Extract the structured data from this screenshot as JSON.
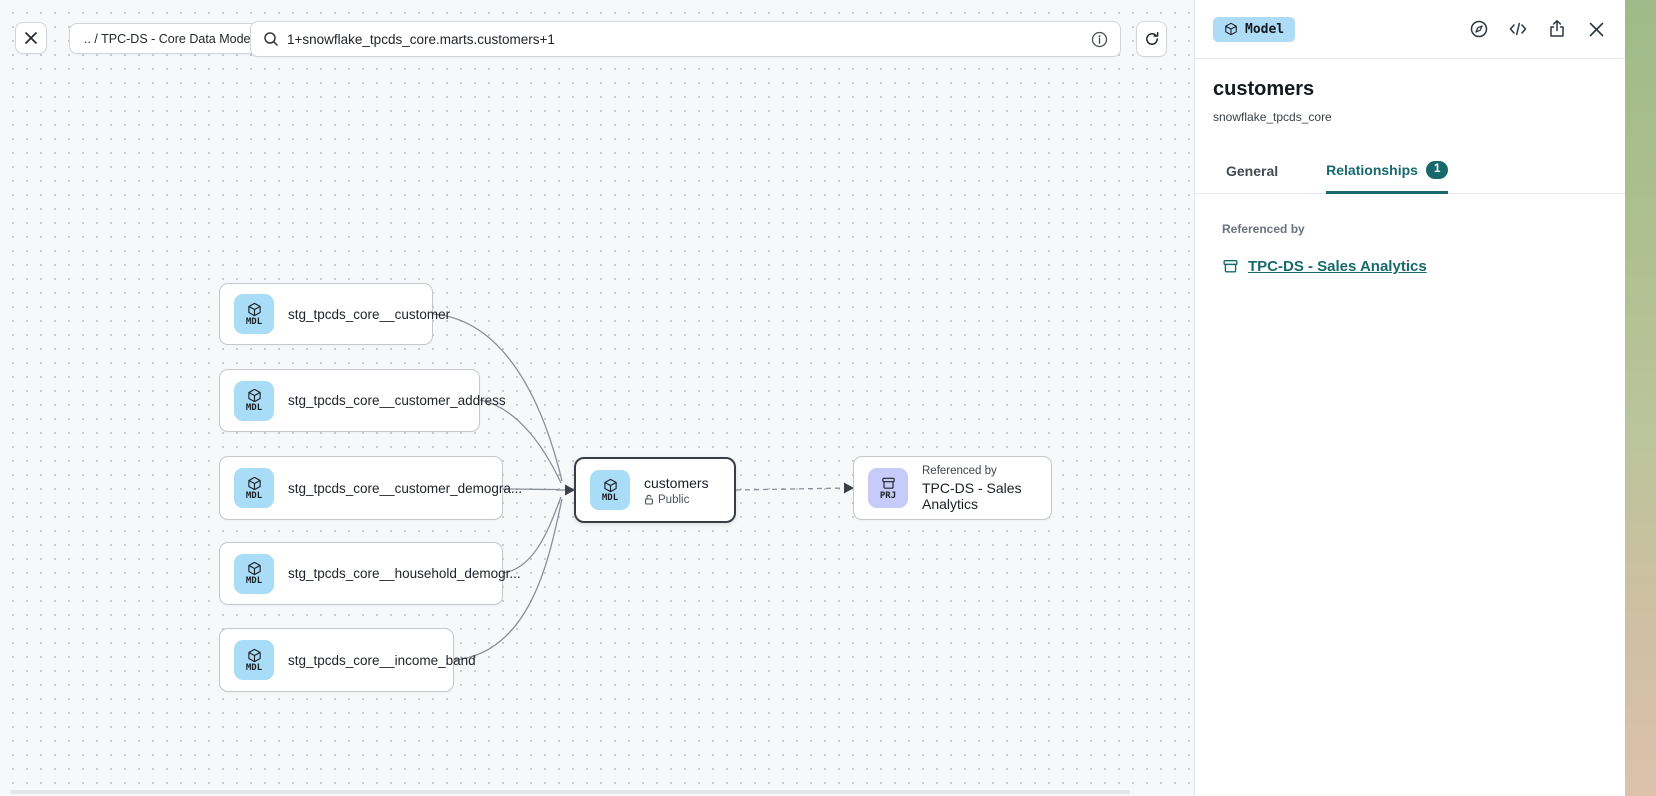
{
  "toolbar": {
    "breadcrumb": ".. / TPC-DS - Core Data Models",
    "search_value": "1+snowflake_tpcds_core.marts.customers+1"
  },
  "canvas": {
    "model_badge_code": "MDL",
    "project_badge_code": "PRJ",
    "nodes": [
      {
        "label": "stg_tpcds_core__customer"
      },
      {
        "label": "stg_tpcds_core__customer_address"
      },
      {
        "label": "stg_tpcds_core__customer_demogra..."
      },
      {
        "label": "stg_tpcds_core__household_demogr..."
      },
      {
        "label": "stg_tpcds_core__income_band"
      }
    ],
    "focus_node": {
      "title": "customers",
      "access": "Public"
    },
    "reference_node": {
      "eyebrow": "Referenced by",
      "title": "TPC-DS - Sales Analytics"
    }
  },
  "panel": {
    "type_badge": "Model",
    "title": "customers",
    "subtitle": "snowflake_tpcds_core",
    "tabs": {
      "general": "General",
      "relationships": "Relationships",
      "relationships_count": "1"
    },
    "referenced_by_label": "Referenced by",
    "referenced_by_link": "TPC-DS - Sales Analytics"
  },
  "colors": {
    "accent_teal": "#17696c",
    "model_icon_bg": "#a9dcf6",
    "project_icon_bg": "#c6cbfa",
    "type_badge_bg": "#aedcf7"
  }
}
